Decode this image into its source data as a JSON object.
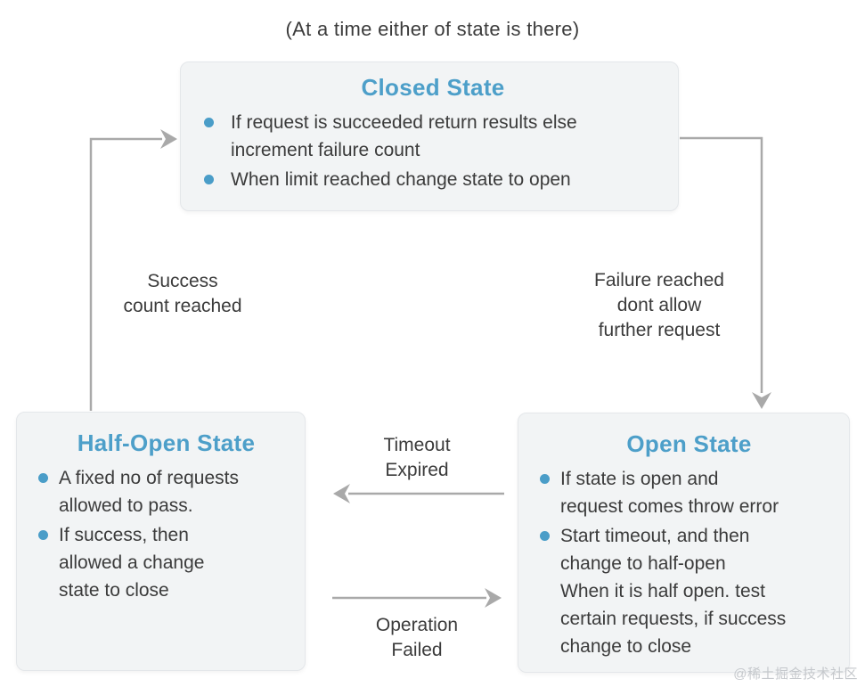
{
  "caption": "(At a time either of state is there)",
  "colors": {
    "accent_blue": "#4d9fc9",
    "bullet_blue": "#4a9dc8",
    "arrow_gray": "#a9a9a9",
    "box_background": "#f2f4f5",
    "box_border": "#e4e7ea",
    "text": "#3b3b3b",
    "watermark": "#c5c8cc"
  },
  "nodes": {
    "closed": {
      "title": "Closed State",
      "bullets": [
        "If request is succeeded return results else\nincrement failure count",
        "When limit reached change state to open"
      ]
    },
    "half_open": {
      "title": "Half-Open State",
      "bullets": [
        "A fixed no of requests\nallowed to pass.",
        "If success, then\nallowed a change\nstate to close"
      ]
    },
    "open": {
      "title": "Open State",
      "bullets": [
        "If state is open and\nrequest comes throw error",
        "Start timeout, and then\nchange to half-open\nWhen it is half open. test\ncertain requests, if success\nchange to close"
      ]
    }
  },
  "edges": {
    "half_open_to_closed": {
      "label": "Success\ncount reached"
    },
    "closed_to_open": {
      "label": "Failure reached\ndont allow\nfurther request"
    },
    "open_to_half_open": {
      "label": "Timeout\nExpired"
    },
    "half_open_to_open": {
      "label": "Operation\nFailed"
    }
  },
  "watermark": "@稀土掘金技术社区"
}
